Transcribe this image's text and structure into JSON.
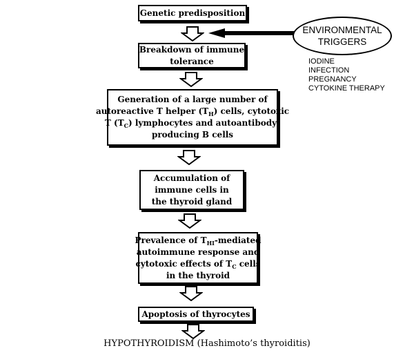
{
  "boxes": {
    "b1": [
      "Genetic predisposition"
    ],
    "b2": [
      "Breakdown of immune",
      "tolerance"
    ],
    "b3": {
      "l1": "Generation of a large number of",
      "l2a": "autoreactive T helper (T",
      "l2sub": "H",
      "l2b": ") cells, cytotoxic",
      "l3a": "T (T",
      "l3sub": "C",
      "l3b": ") lymphocytes and autoantibody-",
      "l4": "producing B cells"
    },
    "b4": [
      "Accumulation of",
      "immune cells in",
      "the thyroid gland"
    ],
    "b5": {
      "l1a": "Prevalence of T",
      "l1sub": "HI",
      "l1b": "-mediated",
      "l2": "autoimmune response and",
      "l3a": "cytotoxic effects of T",
      "l3sub": "C",
      "l3b": " cells",
      "l4": "in the thyroid"
    },
    "b6": [
      "Apoptosis of thyrocytes"
    ]
  },
  "environment": {
    "title_line1": "ENVIRONMENTAL",
    "title_line2": "TRIGGERS",
    "triggers": [
      "IODINE",
      "INFECTION",
      "PREGNANCY",
      "CYTOKINE THERAPY"
    ]
  },
  "outcome": "HYPOTHYROIDISM (Hashimoto’s thyroiditis)",
  "colors": {
    "stroke": "#000000",
    "background": "#ffffff"
  }
}
